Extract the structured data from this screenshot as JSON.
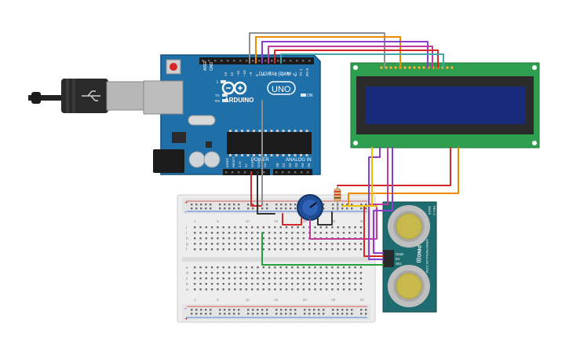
{
  "arduino": {
    "brand": "ARDUINO",
    "model": "UNO",
    "digital_header": "DIGITAL (PWM ~)",
    "power_header": "POWER",
    "analog_header": "ANALOG IN",
    "led_l": "L",
    "led_tx": "TX",
    "led_rx": "RX",
    "led_on": "ON",
    "pin_aref": "AREF",
    "pin_gnd": "GND",
    "digital_pins": [
      "13",
      "12",
      "~11",
      "~10",
      "~9",
      "8",
      "7",
      "~6",
      "~5",
      "4",
      "~3",
      "2",
      "TX 1",
      "RX 0"
    ],
    "power_pins": [
      "IOREF",
      "RESET",
      "3.3V",
      "5V",
      "GND",
      "GND",
      "Vin"
    ],
    "analog_pins": [
      "A0",
      "A1",
      "A2",
      "A3",
      "A4",
      "A5"
    ]
  },
  "sensor": {
    "name": "PING)))",
    "website": "WWW.PARALLAX.COM",
    "part": "28015",
    "rev": "REV C",
    "pins": [
      "GND",
      "5V",
      "SIG"
    ]
  },
  "breadboard": {
    "columns": [
      "1",
      "5",
      "10",
      "15",
      "20",
      "25",
      "30"
    ],
    "rows_top": [
      "j",
      "i",
      "h",
      "g",
      "f"
    ],
    "rows_bottom": [
      "e",
      "d",
      "c",
      "b",
      "a"
    ],
    "rail_plus": "+",
    "rail_minus": "-"
  },
  "colors": {
    "board": "#1f6fa8",
    "board_dark": "#13507d",
    "lcd_pcb": "#2e9e4f",
    "lcd_screen": "#1a2a7a",
    "sensor_pcb": "#1e6b70",
    "wire_red": "#d62728",
    "wire_orange": "#f08a00",
    "wire_purple": "#8a3ec9",
    "wire_magenta": "#c23aa0",
    "wire_yellow": "#e8c400",
    "wire_green": "#22a33a",
    "wire_gray": "#8f8f8f",
    "wire_black": "#333333",
    "wire_teal": "#3fa9a9"
  }
}
